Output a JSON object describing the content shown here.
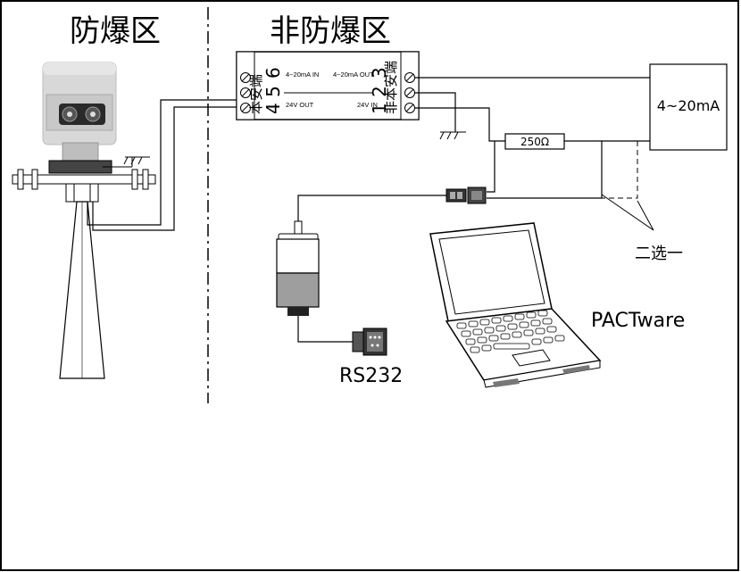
{
  "zones": {
    "hazardous": "防爆区",
    "non_hazardous": "非防爆区"
  },
  "barrier": {
    "left_side_label": "本安端",
    "right_side_label": "非本安端",
    "terminal_6": "6",
    "terminal_45": "4 5",
    "terminal_3": "3",
    "terminal_12": "1 2",
    "in_4_20": "4~20mA IN",
    "out_4_20": "4~20mA OUT",
    "out_24v": "24V OUT",
    "in_24v": "24V IN"
  },
  "resistor": "250Ω",
  "meter": "4~20mA",
  "choose_one": "二选一",
  "rs232": "RS232",
  "pactware": "PACTware"
}
